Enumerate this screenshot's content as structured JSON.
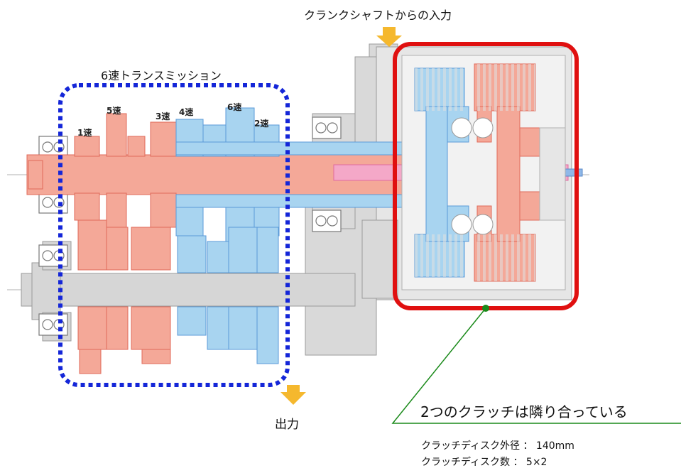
{
  "labels": {
    "input": "クランクシャフトからの入力",
    "transmission": "6速トランスミッション",
    "output": "出力",
    "clutches_adjacent": "2つのクラッチは隣り合っている",
    "spec_outer_diameter": "クラッチディスク外径 ： 140mm",
    "spec_disc_count": "クラッチディスク数 ： 5×2"
  },
  "gears": {
    "g1": "1速",
    "g5": "5速",
    "g3": "3速",
    "g4": "4速",
    "g6": "6速",
    "g2": "2速"
  },
  "colors": {
    "odd_gears": "#f4a898",
    "even_gears": "#a8d4f0",
    "housing": "#d8d8d8",
    "clutch_frame": "#e01010",
    "transmission_frame": "#1426d8",
    "arrow": "#f5b82e",
    "leader_line": "#1a8a1a"
  }
}
